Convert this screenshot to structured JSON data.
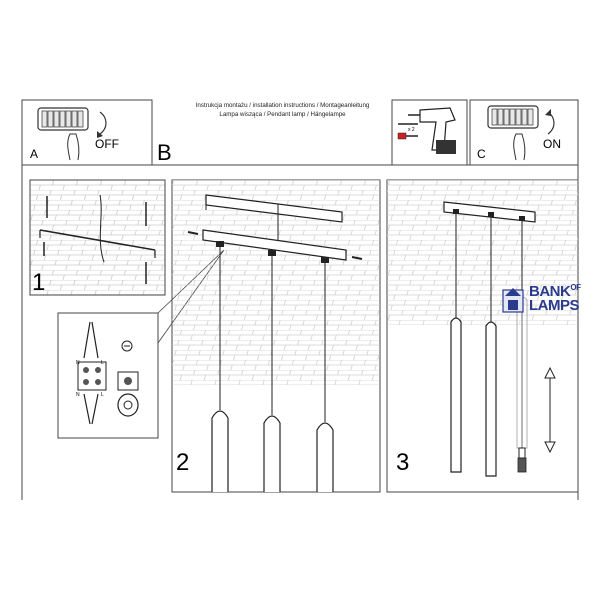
{
  "header": {
    "line1": "Instrukcja montażu / installation instructions / Montageanleitung",
    "line2": "Lampa wisząca / Pendant lamp / Hängelampe"
  },
  "panels": {
    "a_label": "A",
    "a_state": "OFF",
    "b_label": "B",
    "c_label": "C",
    "c_state": "ON",
    "tool_count": "x 2"
  },
  "steps": {
    "step1": "1",
    "step2": "2",
    "step3": "3"
  },
  "wiring": {
    "n": "N",
    "l": "L"
  },
  "logo": {
    "line1_main": "BANK",
    "line1_small": "OF",
    "line2": "LAMPS",
    "color": "#2a3a8c"
  }
}
